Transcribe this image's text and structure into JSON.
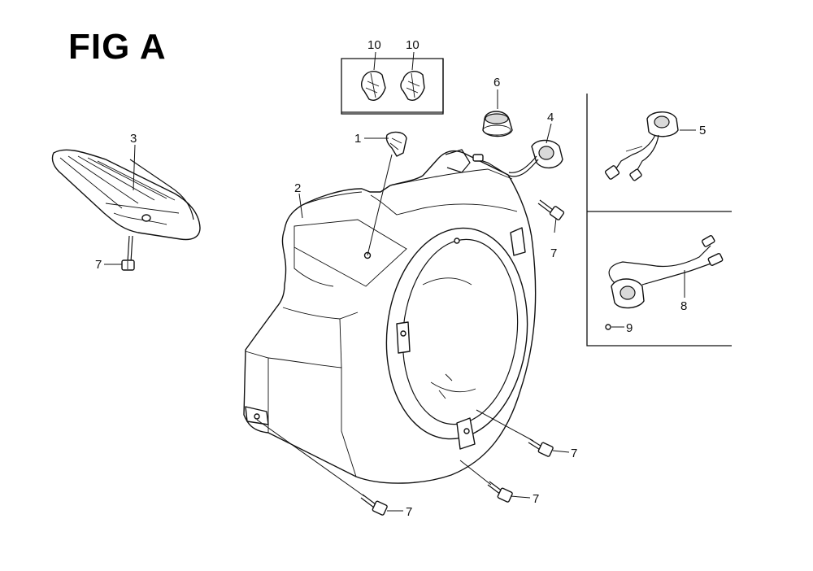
{
  "title": "FIG A",
  "callouts": {
    "c1": "1",
    "c2": "2",
    "c3": "3",
    "c4": "4",
    "c5": "5",
    "c6": "6",
    "c7a": "7",
    "c7b": "7",
    "c7c": "7",
    "c7d": "7",
    "c7e": "7",
    "c8": "8",
    "c9": "9",
    "c10a": "10",
    "c10b": "10"
  }
}
